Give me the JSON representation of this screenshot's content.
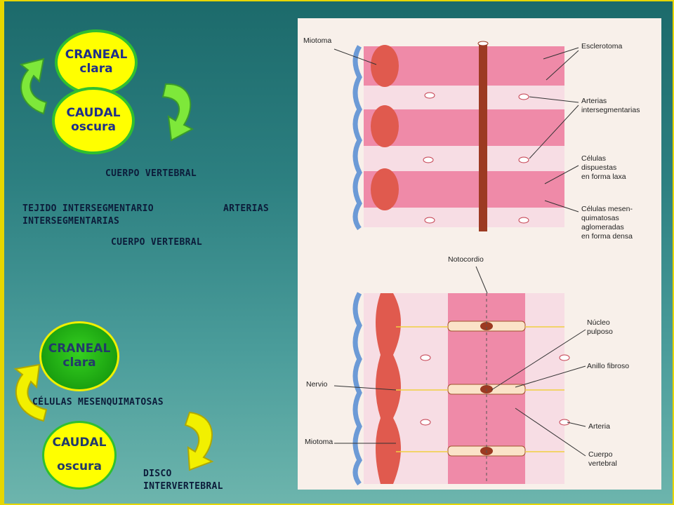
{
  "colors": {
    "frame": "#e6d600",
    "background": "#2c7f80",
    "oval_yellow": "#ffff00",
    "oval_green": "#1aa010",
    "arrow_green": "#7ee83a",
    "arrow_yellow": "#f2f000",
    "muscle_pink": "#e8709a",
    "notochord": "#9c3a22"
  },
  "top_ovals": {
    "craneal": {
      "line1": "CRANEAL",
      "line2": "clara"
    },
    "caudal": {
      "line1": "CAUDAL",
      "line2": "oscura"
    }
  },
  "bottom_ovals": {
    "craneal": {
      "line1": "CRANEAL",
      "line2": "clara"
    },
    "caudal": {
      "line1": "CAUDAL",
      "line2": "oscura"
    }
  },
  "labels": {
    "cuerpo_vertebral_1": "CUERPO VERTEBRAL",
    "tejido": "TEJIDO INTERSEGMENTARIO",
    "arterias": "ARTERIAS",
    "intersegmentarias": "INTERSEGMENTARIAS",
    "cuerpo_vertebral_2": "CUERPO VERTEBRAL",
    "celulas": "CÉLULAS MESENQUIMATOSAS",
    "disco_1": "DISCO",
    "disco_2": "INTERVERTEBRAL"
  },
  "diagram": {
    "miotoma_top": "Miotoma",
    "esclerotoma": "Esclerotoma",
    "arterias_1": "Arterias",
    "arterias_2": "intersegmentarias",
    "celulas_laxa_1": "Células",
    "celulas_laxa_2": "dispuestas",
    "celulas_laxa_3": "en forma laxa",
    "celulas_densa_1": "Células mesen-",
    "celulas_densa_2": "quimatosas",
    "celulas_densa_3": "aglomeradas",
    "celulas_densa_4": "en forma densa",
    "notocordio": "Notocordio",
    "nucleo_1": "Núcleo",
    "nucleo_2": "pulposo",
    "anillo": "Anillo fibroso",
    "nervio": "Nervio",
    "arteria": "Arteria",
    "miotoma_bottom": "Miotoma",
    "cuerpo_1": "Cuerpo",
    "cuerpo_2": "vertebral"
  }
}
